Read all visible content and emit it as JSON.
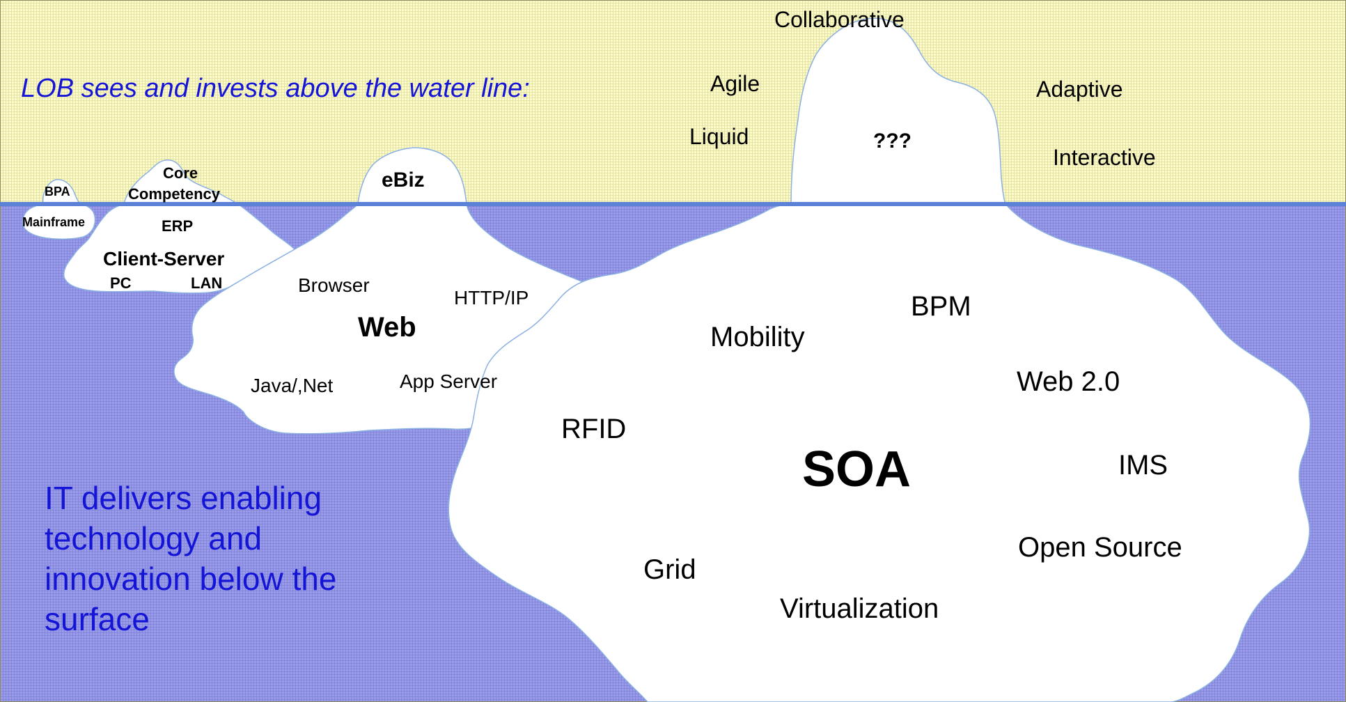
{
  "colors": {
    "sky": "#fdfbc9",
    "sky_grid": "#d8d590",
    "water": "#9a9ce9",
    "water_grid": "#7375cf",
    "water_line": "#5b82d6",
    "iceberg_fill": "#ffffff",
    "iceberg_edge": "#8bb0e2",
    "caption_text": "#1414d6"
  },
  "captions": {
    "above": "LOB sees and invests above the water line:",
    "below_lines": [
      "IT delivers enabling",
      "technology and",
      "innovation below the",
      "surface"
    ]
  },
  "above_water_words": {
    "collaborative": "Collaborative",
    "agile": "Agile",
    "adaptive": "Adaptive",
    "liquid": "Liquid",
    "interactive": "Interactive"
  },
  "icebergs": {
    "mainframe": {
      "peak": "BPA",
      "body": "Mainframe"
    },
    "client_server": {
      "peak_line1": "Core",
      "peak_line2": "Competency",
      "erp": "ERP",
      "title": "Client-Server",
      "pc": "PC",
      "lan": "LAN"
    },
    "web": {
      "peak": "eBiz",
      "browser": "Browser",
      "http": "HTTP/IP",
      "title": "Web",
      "java": "Java/,Net",
      "app_server": "App Server"
    },
    "soa": {
      "peak": "???",
      "title": "SOA",
      "mobility": "Mobility",
      "bpm": "BPM",
      "web20": "Web 2.0",
      "rfid": "RFID",
      "ims": "IMS",
      "open_source": "Open Source",
      "grid": "Grid",
      "virtualization": "Virtualization"
    }
  }
}
